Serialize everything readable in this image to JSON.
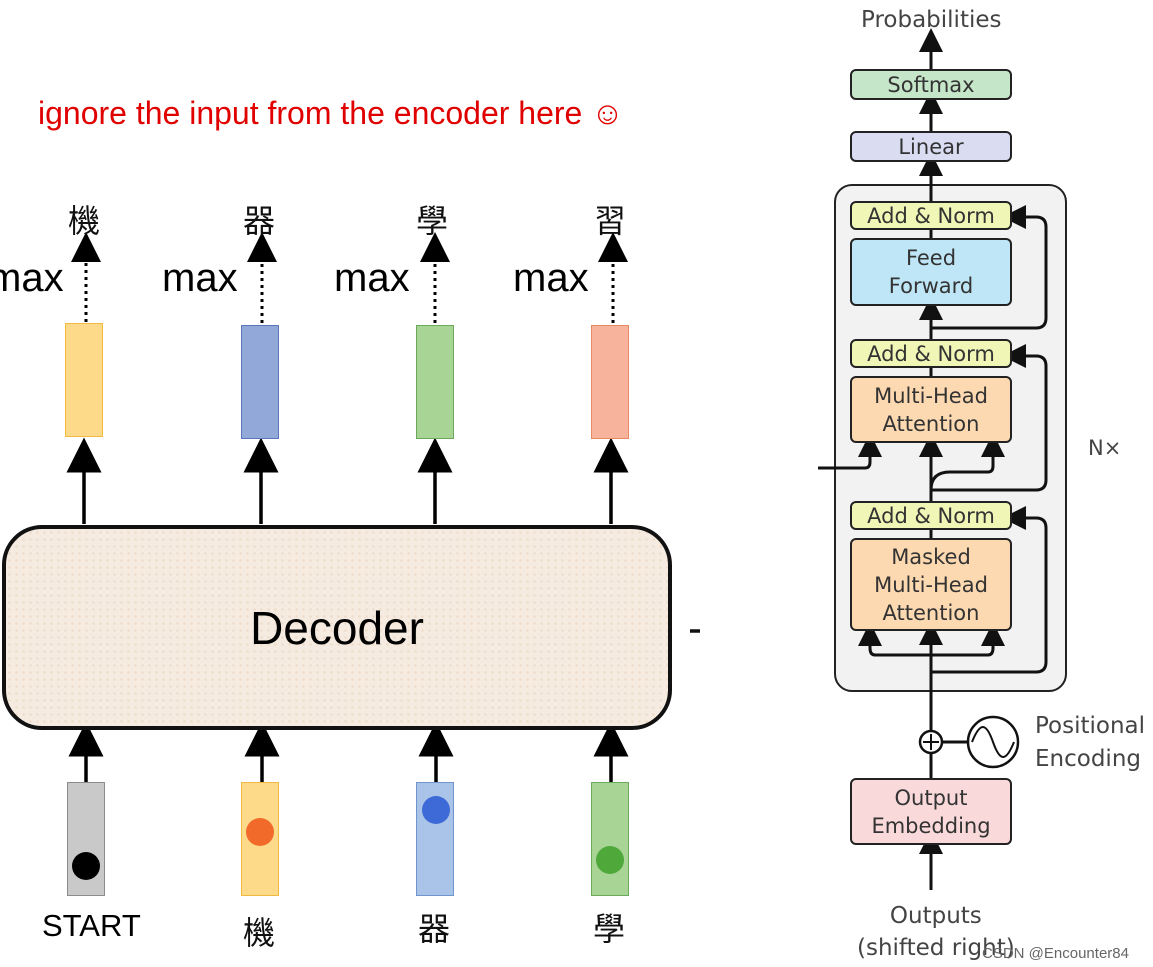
{
  "note": "ignore the input from the encoder here ☺",
  "decoder_label": "Decoder",
  "outputs": [
    {
      "char": "機",
      "max_label": "max",
      "color": "#fdd98a",
      "border": "#f0b942"
    },
    {
      "char": "器",
      "max_label": "max",
      "color": "#92a8d8",
      "border": "#5876b8"
    },
    {
      "char": "學",
      "max_label": "max",
      "color": "#a8d495",
      "border": "#6aa85a"
    },
    {
      "char": "習",
      "max_label": "max",
      "color": "#f7b39b",
      "border": "#e88966"
    }
  ],
  "inputs": [
    {
      "label": "START",
      "color": "#c9c9c9",
      "border": "#8c8c8c",
      "dot": "#000000"
    },
    {
      "label": "機",
      "color": "#fdd98a",
      "border": "#f0b942",
      "dot": "#f26a2a"
    },
    {
      "label": "器",
      "color": "#a9c4e8",
      "border": "#6f96cc",
      "dot": "#3d6ad6"
    },
    {
      "label": "學",
      "color": "#a8d495",
      "border": "#6aa85a",
      "dot": "#4ea83a"
    }
  ],
  "transformer": {
    "output_probabilities": "Probabilities",
    "softmax": "Softmax",
    "linear": "Linear",
    "add_norm": "Add & Norm",
    "feed_forward": [
      "Feed",
      "Forward"
    ],
    "multi_head": [
      "Multi-Head",
      "Attention"
    ],
    "masked_multi_head": [
      "Masked",
      "Multi-Head",
      "Attention"
    ],
    "nx": "N×",
    "positional": [
      "Positional",
      "Encoding"
    ],
    "output_embedding": [
      "Output",
      "Embedding"
    ],
    "outputs_label": [
      "Outputs",
      "(shifted right)"
    ],
    "colors": {
      "softmax": "#c6e6c9",
      "linear": "#dadcf2",
      "add_norm": "#eff6b6",
      "feed_forward": "#bfe6f6",
      "attention": "#fcd9b0",
      "embedding": "#f9d9d9",
      "panel": "#f2f2f2"
    }
  },
  "watermark": "CSDN @Encounter84"
}
